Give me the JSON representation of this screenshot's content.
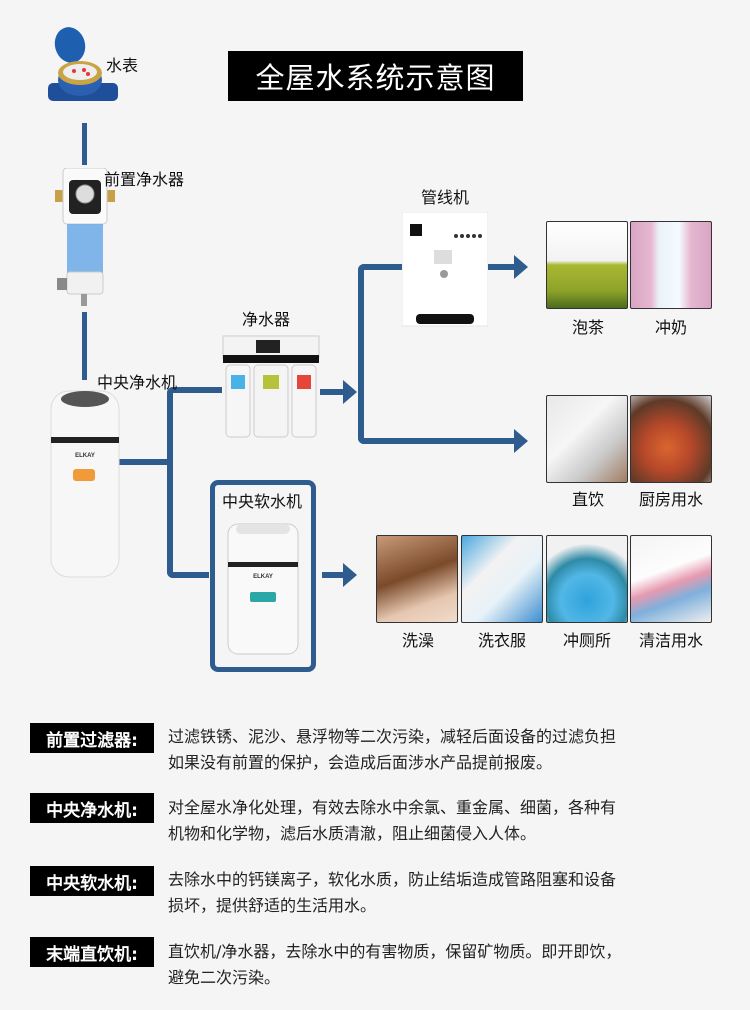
{
  "title": "全屋水系统示意图",
  "colors": {
    "pipe": "#2e5c8e",
    "background": "#f5f5f5",
    "tag_bg": "#000000"
  },
  "devices": {
    "water_meter": "水表",
    "pre_filter": "前置净水器",
    "central_purifier": "中央净水机",
    "purifier": "净水器",
    "pipeline_machine": "管线机",
    "central_softener": "中央软水机"
  },
  "uses": {
    "purified_top": [
      "泡茶",
      "冲奶"
    ],
    "purified_bottom": [
      "直饮",
      "厨房用水"
    ],
    "softened": [
      "洗澡",
      "洗衣服",
      "冲厕所",
      "清洁用水"
    ]
  },
  "descriptions": [
    {
      "tag": "前置过滤器:",
      "lines": [
        "过滤铁锈、泥沙、悬浮物等二次污染，减轻后面设备的过滤负担",
        "如果没有前置的保护，会造成后面涉水产品提前报废。"
      ]
    },
    {
      "tag": "中央净水机:",
      "lines": [
        "对全屋水净化处理，有效去除水中余氯、重金属、细菌，各种有",
        "机物和化学物，滤后水质清澈，阻止细菌侵入人体。"
      ]
    },
    {
      "tag": "中央软水机:",
      "lines": [
        "去除水中的钙镁离子，软化水质，防止结垢造成管路阻塞和设备",
        "损坏，提供舒适的生活用水。"
      ]
    },
    {
      "tag": "末端直饮机:",
      "lines": [
        "直饮机/净水器，去除水中的有害物质，保留矿物质。即开即饮，",
        "避免二次污染。"
      ]
    }
  ]
}
